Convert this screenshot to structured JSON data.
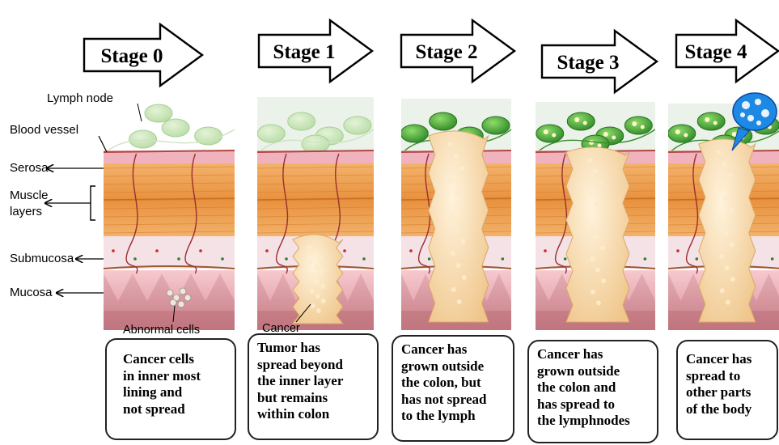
{
  "stages": [
    {
      "label": "Stage 0",
      "description": "Cancer cells\nin inner most\nlining and\nnot spread"
    },
    {
      "label": "Stage 1",
      "description": "Tumor has\nspread beyond\nthe inner layer\nbut remains\nwithin colon"
    },
    {
      "label": "Stage 2",
      "description": "Cancer has\ngrown outside\nthe colon, but\nhas not spread\nto the lymph"
    },
    {
      "label": "Stage 3",
      "description": "Cancer has\ngrown outside\nthe colon and\nhas spread to\nthe lymphnodes"
    },
    {
      "label": "Stage 4",
      "description": "Cancer has\nspread to\nother parts\nof the body"
    }
  ],
  "layer_labels": {
    "lymph_node": "Lymph node",
    "blood_vessel": "Blood vessel",
    "serosa": "Serosa",
    "muscle_layers_line1": "Muscle",
    "muscle_layers_line2": "layers",
    "submucosa": "Submucosa",
    "mucosa": "Mucosa"
  },
  "annotations": {
    "abnormal_cells": "Abnormal cells",
    "cancer": "Cancer"
  },
  "colors": {
    "muscle": "#ec9a45",
    "muscle_light": "#f6c88a",
    "serosa": "#f0b3bd",
    "submucosa": "#f4e2e6",
    "mucosa": "#e7a9b2",
    "lymph_node": "#4fae3c",
    "tumor": "#f8dcae",
    "metastasis_bubble": "#1e88e5"
  }
}
